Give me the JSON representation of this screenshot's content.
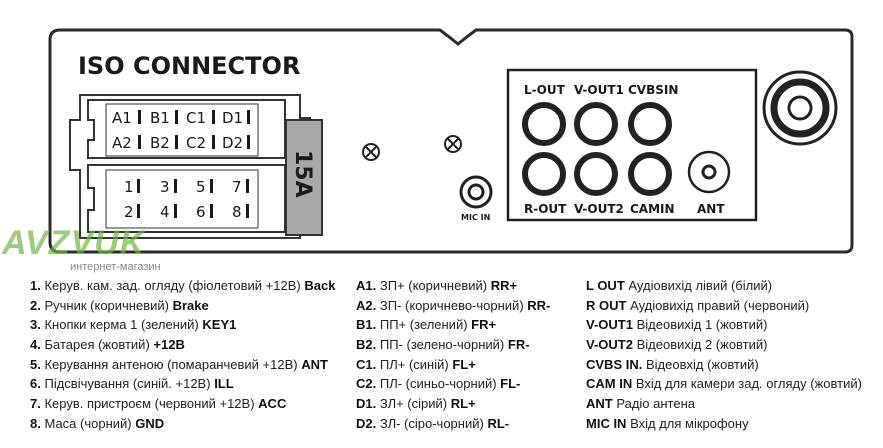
{
  "panel": {
    "title": "ISO CONNECTOR",
    "fuse": "15A",
    "iso_top": [
      "A1",
      "B1",
      "C1",
      "D1",
      "A2",
      "B2",
      "C2",
      "D2"
    ],
    "iso_bottom": [
      "1",
      "3",
      "5",
      "7",
      "2",
      "4",
      "6",
      "8"
    ],
    "rca_top": [
      "L-OUT",
      "V-OUT1",
      "CVBSIN"
    ],
    "rca_bottom": [
      "R-OUT",
      "V-OUT2",
      "CAMIN"
    ],
    "ant": "ANT",
    "mic": "MIC IN"
  },
  "watermark": {
    "logo": "AVZVUK",
    "sub": "интернет-магазин"
  },
  "legend": {
    "col1": [
      {
        "code": "1.",
        "desc": "Керув. кам. зад. огляду (фіолетовий +12В)",
        "sig": "Back"
      },
      {
        "code": "2.",
        "desc": "Ручник (коричневий)",
        "sig": "Brake"
      },
      {
        "code": "3.",
        "desc": "Кнопки керма 1 (зелений)",
        "sig": "KEY1"
      },
      {
        "code": "4.",
        "desc": "Батарея (жовтий)",
        "sig": "+12В"
      },
      {
        "code": "5.",
        "desc": "Керування антеною (помаранчевий +12В)",
        "sig": "ANT"
      },
      {
        "code": "6.",
        "desc": "Підсвічування (синій. +12В)",
        "sig": "ILL"
      },
      {
        "code": "7.",
        "desc": "Керув. пристроєм (червоний +12В)",
        "sig": "ACC"
      },
      {
        "code": "8.",
        "desc": "Маса (чорний)",
        "sig": "GND"
      }
    ],
    "col2": [
      {
        "code": "A1.",
        "desc": "ЗП+ (коричневий)",
        "sig": "RR+"
      },
      {
        "code": "A2.",
        "desc": "ЗП- (коричнево-чорний)",
        "sig": "RR-"
      },
      {
        "code": "B1.",
        "desc": "ПП+ (зелений)",
        "sig": "FR+"
      },
      {
        "code": "B2.",
        "desc": "ПП- (зелено-чорний)",
        "sig": "FR-"
      },
      {
        "code": "C1.",
        "desc": "ПЛ+ (синій)",
        "sig": "FL+"
      },
      {
        "code": "C2.",
        "desc": "ПЛ- (синьо-чорний)",
        "sig": "FL-"
      },
      {
        "code": "D1.",
        "desc": "ЗЛ+ (сірий)",
        "sig": "RL+"
      },
      {
        "code": "D2.",
        "desc": "ЗЛ- (сіро-чорний)",
        "sig": "RL-"
      }
    ],
    "col3": [
      {
        "code": "L OUT",
        "desc": "Аудіовихід лівий (білий)"
      },
      {
        "code": "R OUT",
        "desc": "Аудіовихід правий (червоний)"
      },
      {
        "code": "V-OUT1",
        "desc": "Відеовихід 1 (жовтий)"
      },
      {
        "code": "V-OUT2",
        "desc": "Відеовихід 2 (жовтий)"
      },
      {
        "code": "CVBS IN.",
        "desc": "Відеовхід (жовтий)"
      },
      {
        "code": "CAM IN",
        "desc": "Вхід для камери зад. огляду (жовтий)"
      },
      {
        "code": "ANT",
        "desc": "Радіо антена"
      },
      {
        "code": "MIC IN",
        "desc": "Вхід для мікрофону"
      }
    ]
  }
}
